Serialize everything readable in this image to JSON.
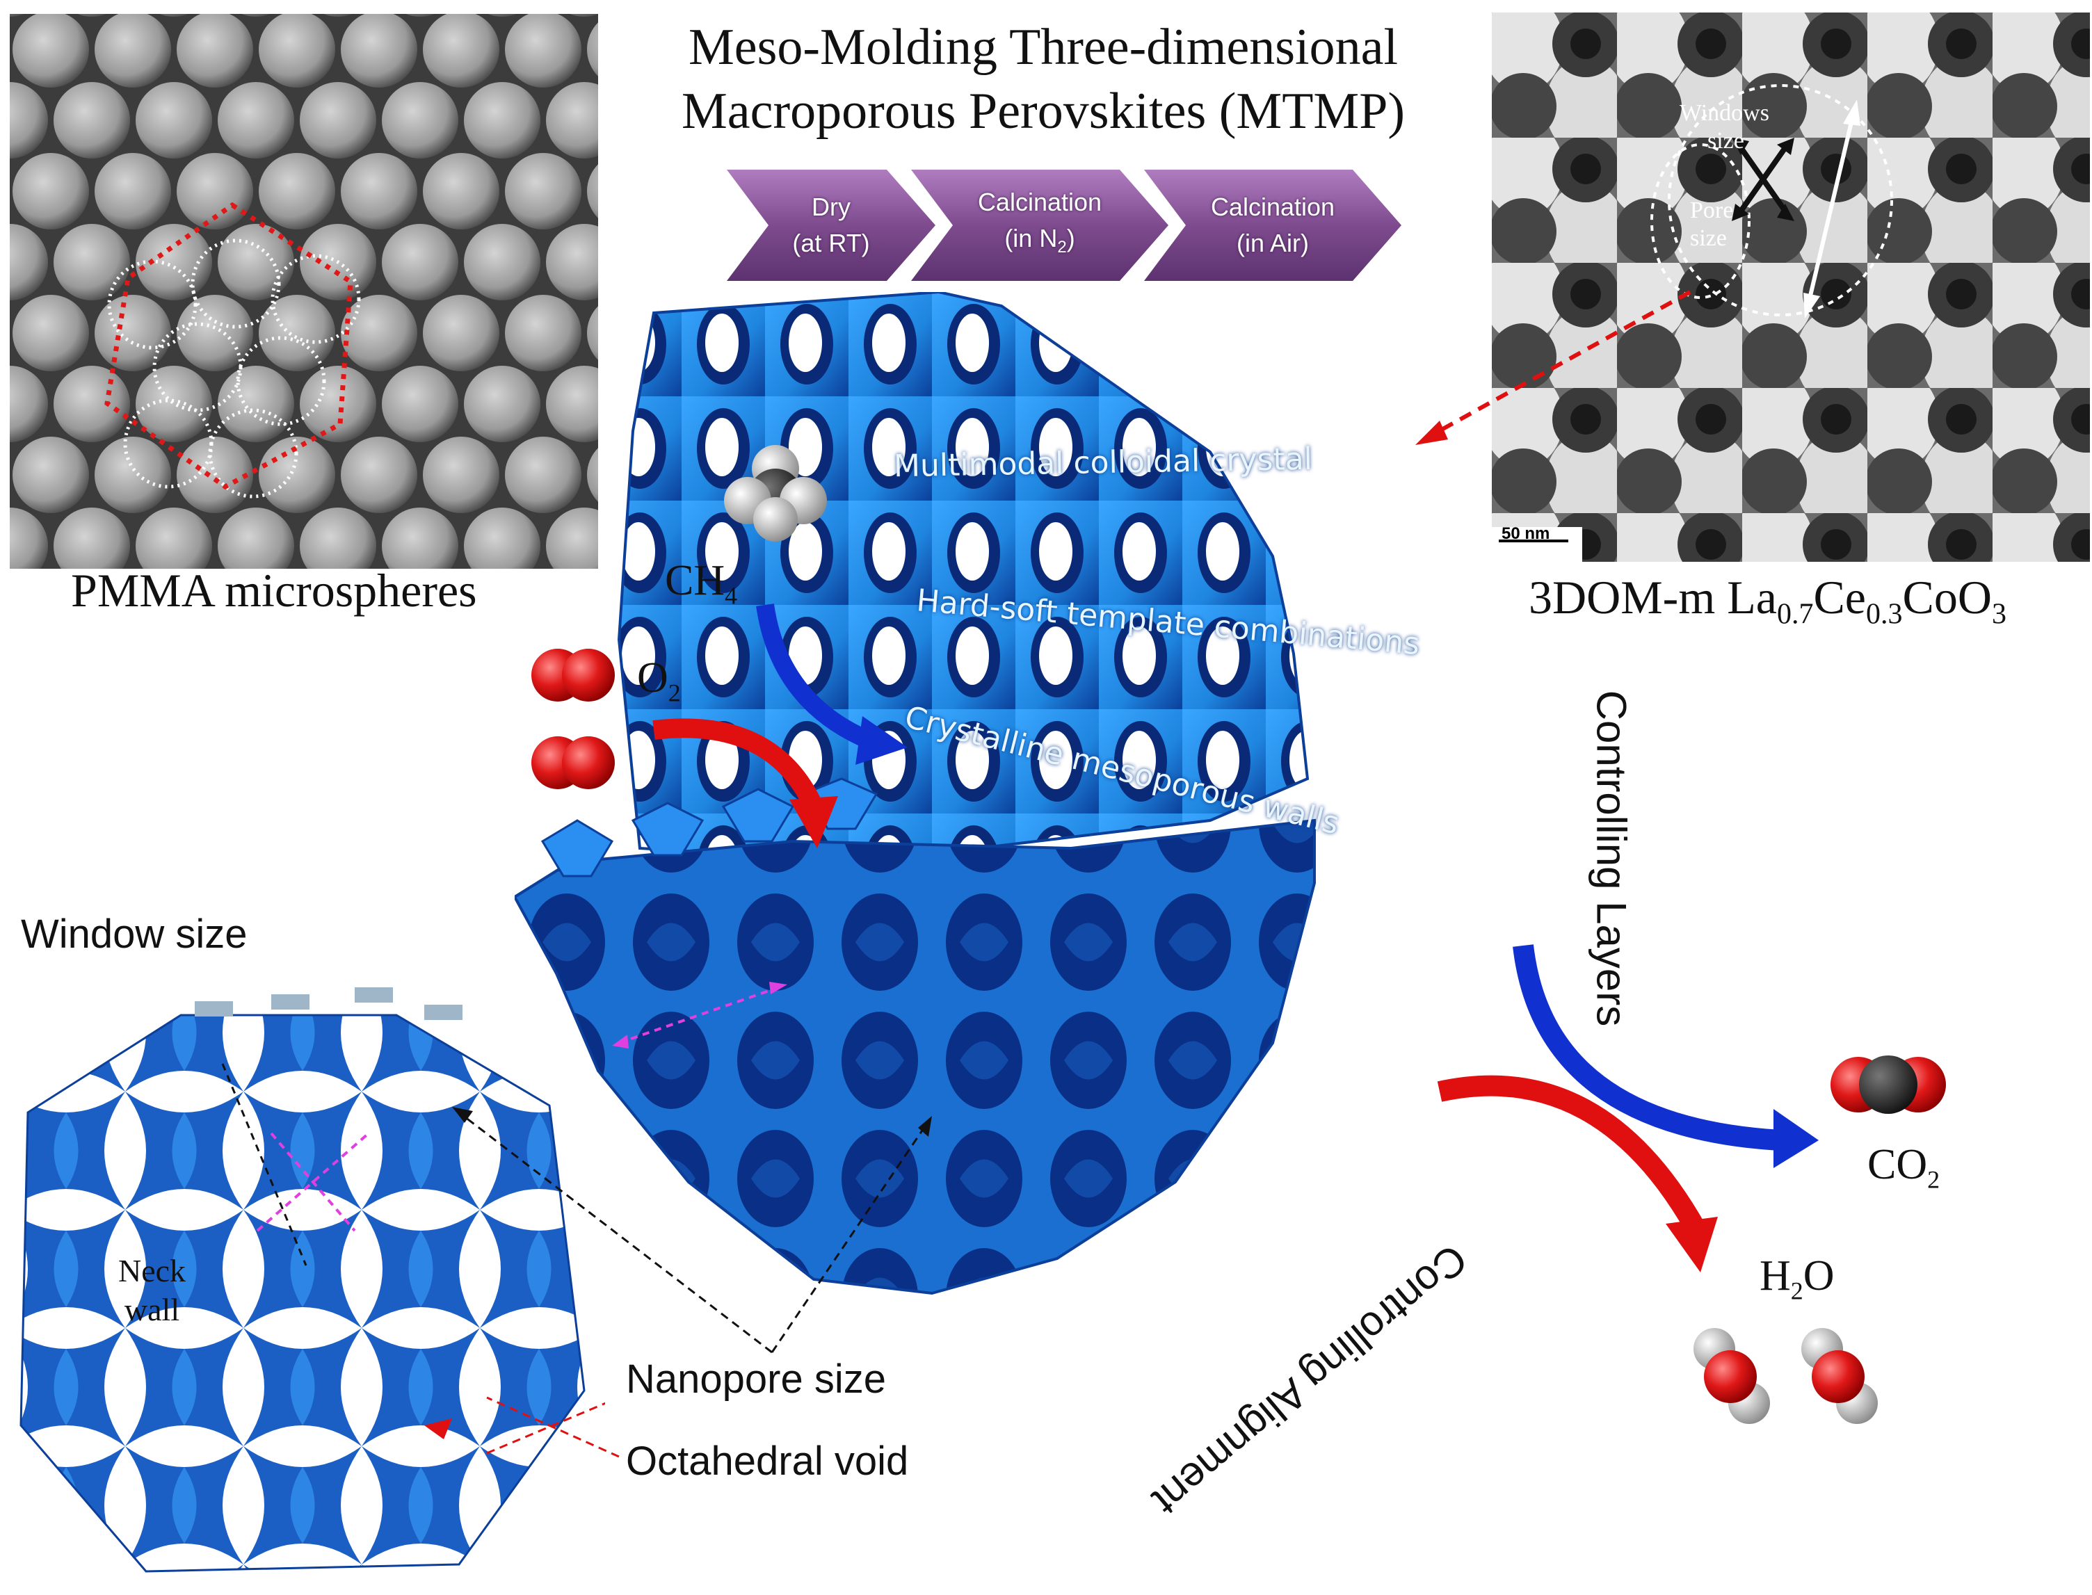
{
  "title": {
    "line1": "Meso-Molding Three-dimensional",
    "line2": "Macroporous Perovskites (MTMP)"
  },
  "steps": [
    {
      "line1": "Dry",
      "line2": "(at RT)"
    },
    {
      "line1": "Calcination",
      "line2": "(in N",
      "sub": "2",
      "tail": ")"
    },
    {
      "line1": "Calcination",
      "line2": "(in Air)"
    }
  ],
  "panels": {
    "pmma_label": "PMMA microspheres",
    "tem_label_prefix": "3DOM-m La",
    "tem_label_sub1": "0.7",
    "tem_label_mid": "Ce",
    "tem_label_sub2": "0.3",
    "tem_label_mid2": "CoO",
    "tem_label_sub3": "3",
    "tem_windows": "Windows",
    "tem_size1": "size",
    "tem_pore": "Pore",
    "tem_size2": "size",
    "tem_scale": "50 nm"
  },
  "structure_text": {
    "line1": "Multimodal colloidal crystal",
    "line2": "Hard-soft template combinations",
    "line3": "Crystalline mesoporous walls"
  },
  "molecules": {
    "ch4": "CH",
    "ch4_sub": "4",
    "o2": "O",
    "o2_sub": "2",
    "co2": "CO",
    "co2_sub": "2",
    "h2o_a": "H",
    "h2o_sub": "2",
    "h2o_b": "O"
  },
  "controls": {
    "layers": "Controlling Layers",
    "alignment": "Controlling Alignment"
  },
  "annotations": {
    "window_size": "Window size",
    "neck": "Neck",
    "wall": "wall",
    "nanopore_size": "Nanopore size",
    "octahedral_void": "Octahedral void"
  },
  "colors": {
    "chevron": "#7e4c8e",
    "structure_blue": "#1f86e0",
    "structure_dark": "#0b3f9a",
    "arrow_red": "#e01010",
    "arrow_blue": "#1030d0",
    "dashed_pink": "#e040e0"
  }
}
